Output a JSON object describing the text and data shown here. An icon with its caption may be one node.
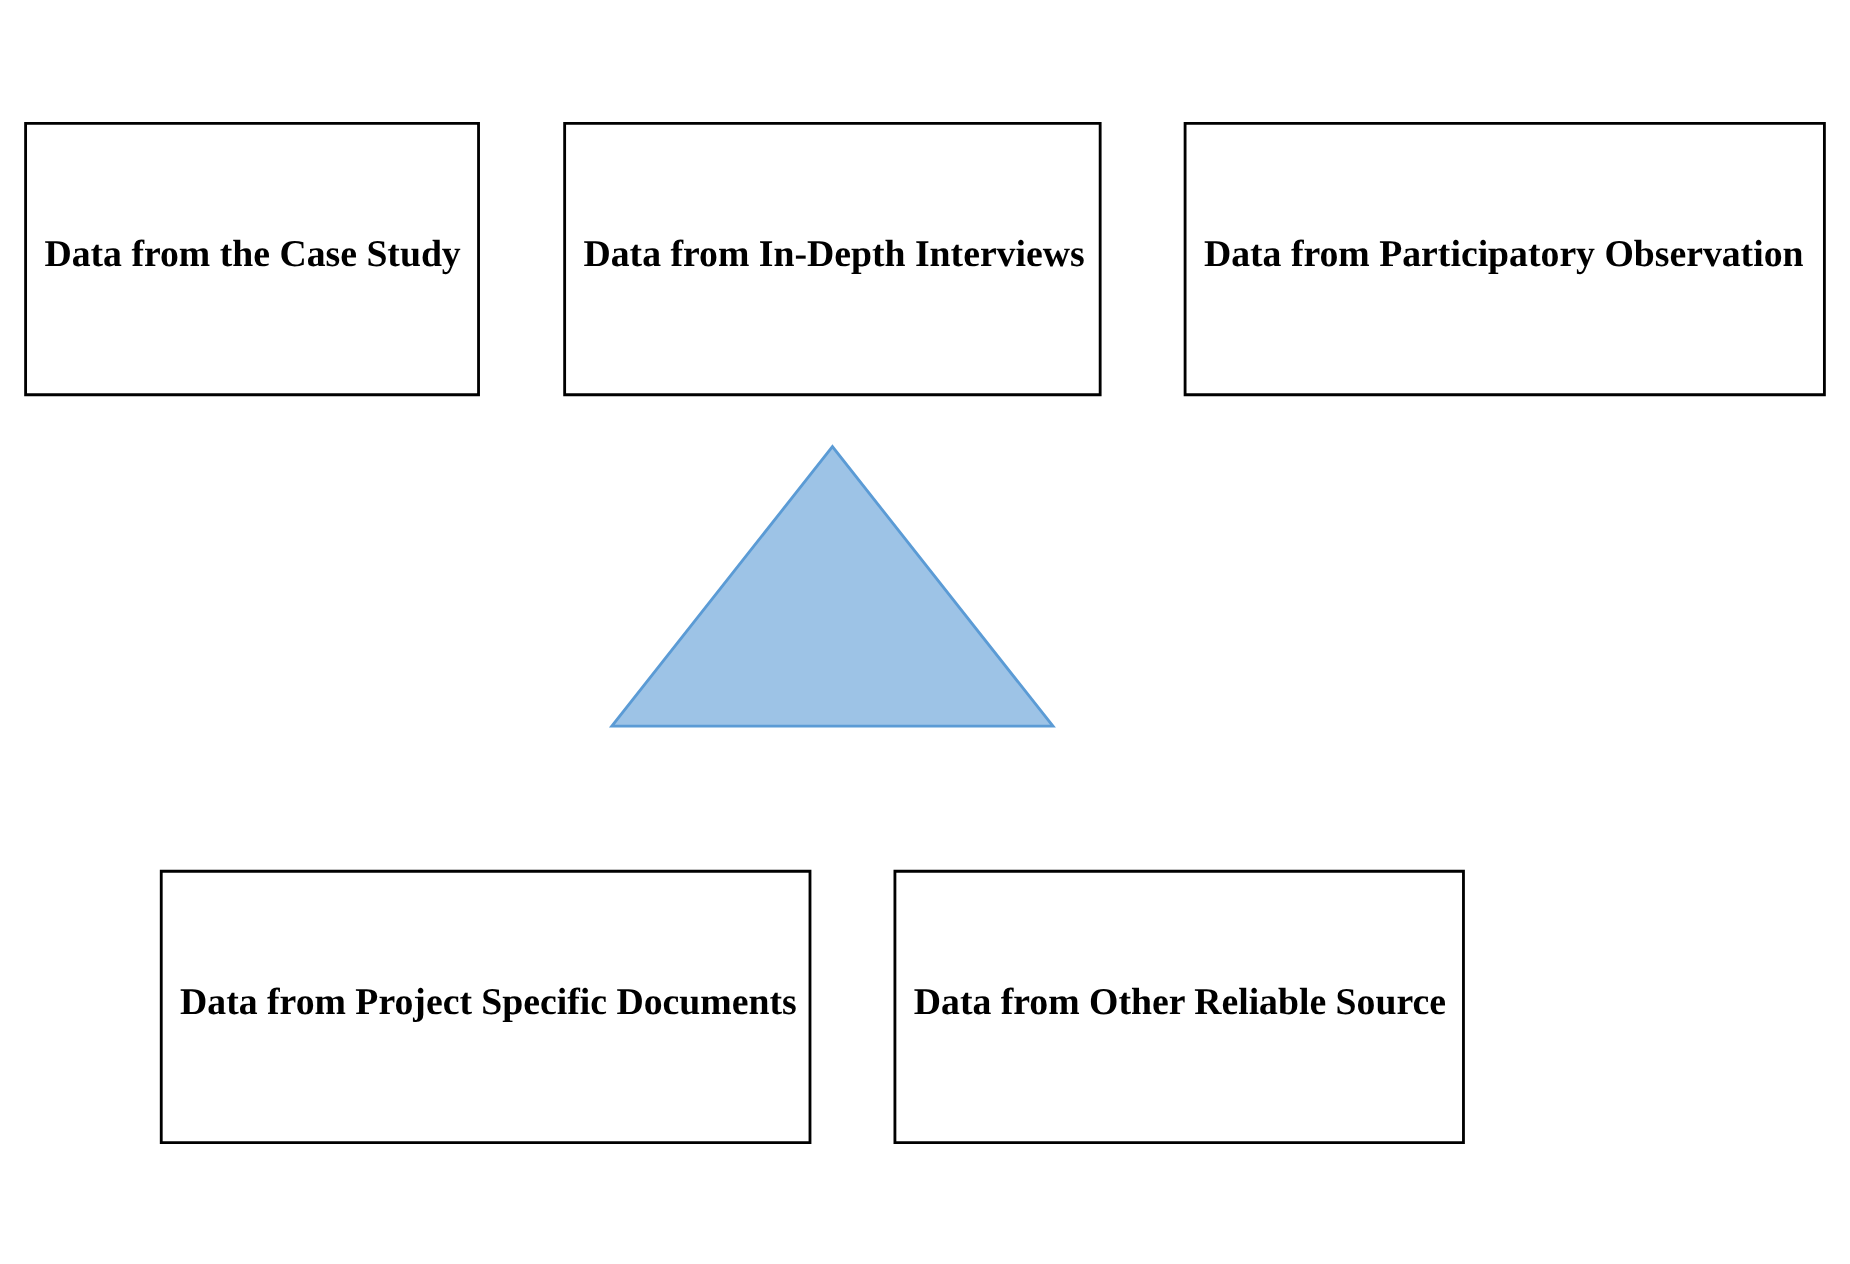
{
  "diagram": {
    "nodes": [
      {
        "text": [
          "Data from the Case Study"
        ]
      },
      {
        "text": [
          "Data from In-Depth Interviews"
        ]
      },
      {
        "text": [
          "Data from Participatory Observation"
        ]
      },
      {
        "text": [],
        "shape": "triangle"
      },
      {
        "text": [
          "Data from Project Specific Documents"
        ]
      },
      {
        "text": [
          "Data from Other Reliable Source"
        ]
      }
    ]
  }
}
